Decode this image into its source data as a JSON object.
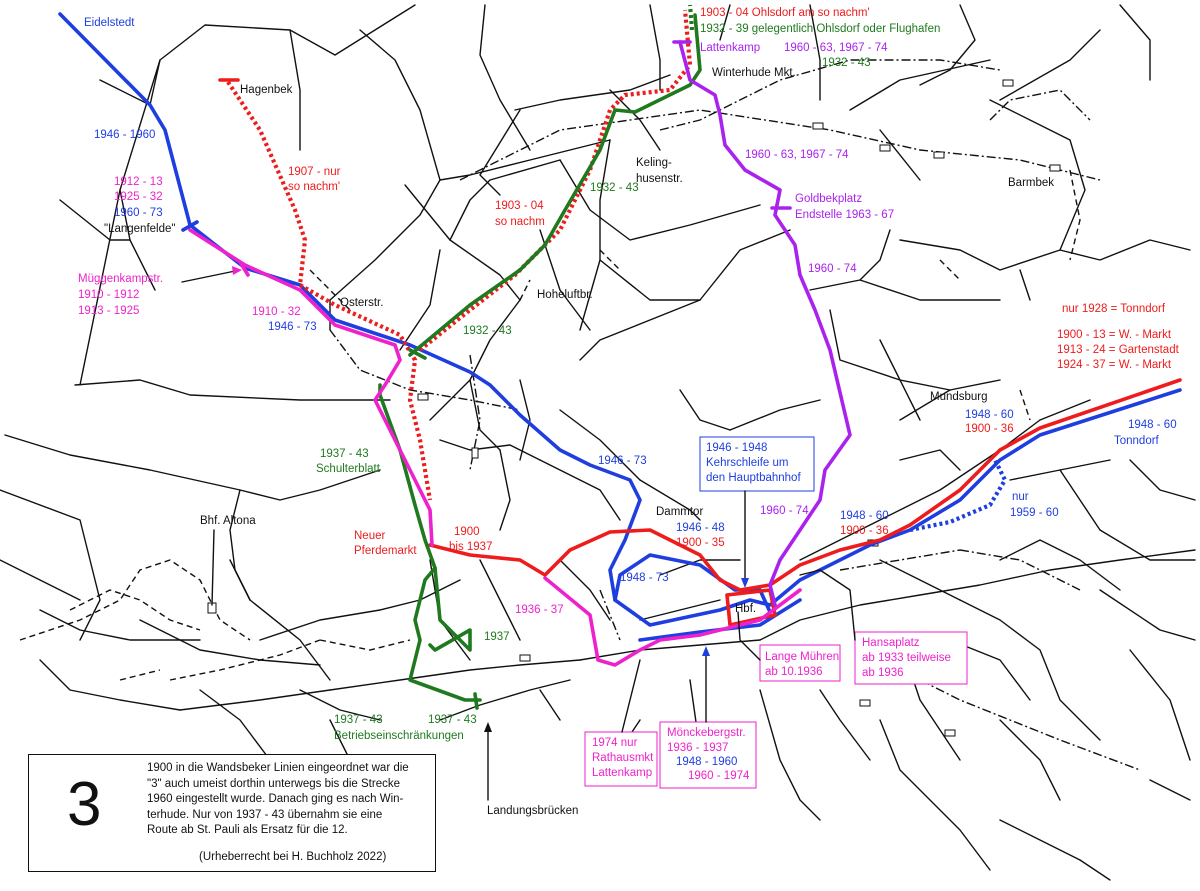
{
  "colors": {
    "red": "#ee1c1c",
    "blue": "#1f3ee0",
    "magenta": "#ee22cc",
    "green": "#1f7a1f",
    "purple": "#aa22ee",
    "black": "#111111"
  },
  "places": {
    "eidelstedt": "Eidelstedt",
    "hagenbek": "Hagenbek",
    "langenfelde": "\"Langenfelde\"",
    "osterstr": "Osterstr.",
    "hoheluftbr": "Hoheluftbr.",
    "kelinghusen1": "Keling-",
    "kelinghusen2": "husenstr.",
    "winterhude": "Winterhude Mkt.",
    "lattenkamp": "Lattenkamp",
    "barmbek": "Barmbek",
    "mundsburg": "Mundsburg",
    "dammtor": "Dammtor",
    "hbf": "Hbf.",
    "bhf_altona": "Bhf. Altona",
    "landungsbruecken": "Landungsbrücken",
    "neuer_pferdemarkt_1": "Neuer",
    "neuer_pferdemarkt_2": "Pferdemarkt",
    "schulterblatt": "Schulterblatt",
    "mueggenkamp": "Müggenkampstr.",
    "goldbek_1": "Goldbekplatz",
    "goldbek_2": "Endstelle 1963 - 67"
  },
  "labels": {
    "ohlsdorf_1903": "1903 - 04 Ohlsdorf am so nachm'",
    "ohlsdorf_1932": "1932 - 39 gelegentlich Ohlsdorf oder Flughafen",
    "latten_years": "1960 - 63, 1967 - 74",
    "latten_green": "1932 - 43",
    "eid_1946_60": "1946 - 1960",
    "l_1912_13": "1912 - 13",
    "l_1925_32": "1925 - 32",
    "l_1960_73": "1960 - 73",
    "hag_1907_1": "1907 - nur",
    "hag_1907_2": "so nachm'",
    "mg_1910_12": "1910 - 1912",
    "mg_1913_25": "1913 - 1925",
    "ost_1910_32": "1910 - 32",
    "ost_1946_73": "1946 - 73",
    "hoh_1903_1": "1903 - 04",
    "hoh_1903_2": "so nachm",
    "hoh_1932_43": "1932 - 43",
    "kel_1932_43": "1932 - 43",
    "wint_1960_74": "1960 - 63, 1967 - 74",
    "gold_1960_74": "1960 - 74",
    "tonn_1928": "nur 1928 = Tonndorf",
    "wm_1900_13": "1900 - 13 = W. - Markt",
    "gs_1913_24": "1913 - 24 = Gartenstadt",
    "wm_1924_37": "1924 - 37 = W. - Markt",
    "mund_1948_60": "1948 - 60",
    "mund_1900_36": "1900 - 36",
    "tonn_1948_60": "1948 - 60",
    "tonn_name": "Tonndorf",
    "nur": "nur",
    "nur_1959_60": "1959 - 60",
    "e_1948_60": "1948 - 60",
    "e_1900_36": "1900 - 36",
    "p_1960_74": "1960 - 74",
    "damm_1946_73": "1946 - 73",
    "damm_1946_48": "1946 - 48",
    "damm_1900_35": "1900 - 35",
    "hbf_1948_73": "1948 - 73",
    "sch_1937_43": "1937 - 43",
    "np_1900": "1900",
    "np_bis1937": "bis 1937",
    "st_1936_37": "1936 - 37",
    "g_1937": "1937",
    "g_1937_43a": "1937 - 43",
    "g_1937_43b": "1937 - 43",
    "betrieb": "Betriebseinschränkungen"
  },
  "boxes": {
    "kehr_1": "1946 - 1948",
    "kehr_2": "Kehrschleife um",
    "kehr_3": "den Hauptbahnhof",
    "lange_1": "Lange Mühren",
    "lange_2": "ab 10.1936",
    "hansa_1": "Hansaplatz",
    "hansa_2": "ab 1933 teilweise",
    "hansa_3": "ab 1936",
    "rath_1": "1974 nur",
    "rath_2": "Rathausmkt",
    "rath_3": "Lattenkamp",
    "moenck_1": "Mönckebergstr.",
    "moenck_2": "1936 - 1937",
    "moenck_3": "1948 - 1960",
    "moenck_4": "1960 - 1974"
  },
  "legend": {
    "number": "3",
    "text": "1900 in die Wandsbeker Linien eingeordnet war die\n\"3\" auch umeist dorthin unterwegs bis die Strecke\n1960 eingestellt wurde. Danach ging es nach Win-\nterhude. Nur von 1937 - 43 übernahm sie eine\nRoute ab St. Pauli als Ersatz für die 12.",
    "copyright": "(Urheberrecht bei H. Buchholz 2022)"
  }
}
